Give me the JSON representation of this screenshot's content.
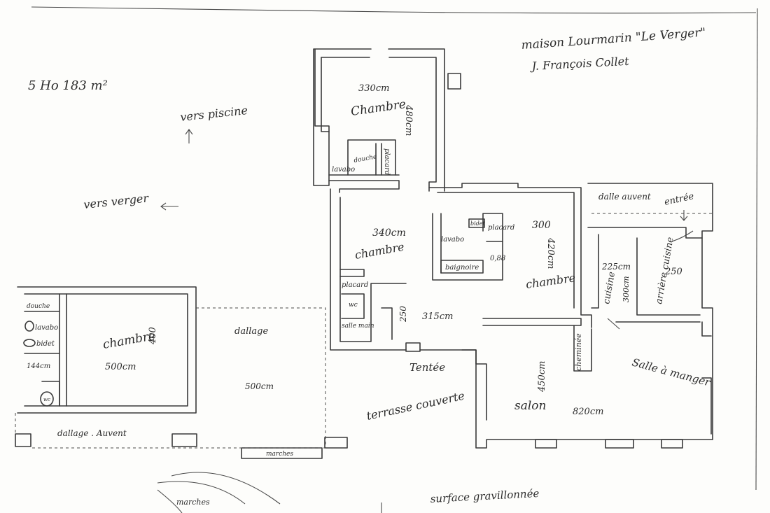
{
  "header": {
    "title": "maison Lourmarin \"Le Verger\"",
    "author": "J. François Collet",
    "summary": "5 Ho 183 m²"
  },
  "directions": {
    "pool": "vers piscine",
    "orchard": "vers verger",
    "gravel": "surface gravillonnée"
  },
  "rooms": {
    "north_bedroom": {
      "name": "Chambre",
      "width": "330cm",
      "depth": "480cm",
      "sink": "lavabo",
      "shower": "douche",
      "closet": "placard"
    },
    "center_bedroom": {
      "name": "chambre",
      "width": "340cm",
      "closet": "placard",
      "wc": "wc",
      "washroom": "salle main"
    },
    "bath": {
      "sink": "lavabo",
      "bidet": "bidet",
      "closet": "placard",
      "tub": "baignoire",
      "dim": "0,88"
    },
    "east_bedroom": {
      "name": "chambre",
      "width": "300",
      "depth": "420cm"
    },
    "hallway": {
      "width": "315cm",
      "depth": "250"
    },
    "west_bedroom": {
      "name": "chambre",
      "width": "500cm",
      "depth": "400",
      "shower": "douche",
      "sink": "lavabo",
      "bidet": "bidet",
      "bath_width": "144cm",
      "wc": "wc"
    },
    "kitchen": {
      "name": "cuisine",
      "width": "225cm",
      "depth": "300cm"
    },
    "back_kitchen": {
      "name": "arrière cuisine",
      "width": "250"
    },
    "living": {
      "name": "salon",
      "width": "820cm",
      "depth": "450cm",
      "fireplace": "cheminée"
    },
    "dining": {
      "name": "Salle à manger"
    },
    "entry": {
      "label": "entrée",
      "porch": "dalle auvent"
    },
    "terrace": {
      "name": "terrasse couverte",
      "tent": "Tentée"
    },
    "paving": {
      "name": "dallage",
      "width": "500cm",
      "porch": "dallage . Auvent",
      "steps": "marches"
    },
    "lower_steps": "marches"
  }
}
